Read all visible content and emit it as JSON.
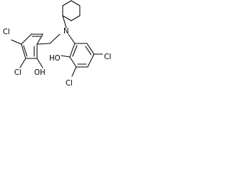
{
  "molecule": {
    "atoms": {
      "nitrogen": "N",
      "chlorine_top_left": "Cl",
      "chlorine_bottom_left": "Cl",
      "hydroxyl_left": "OH",
      "hydroxyl_right": "HO",
      "chlorine_right": "Cl",
      "chlorine_bottom_right": "Cl"
    },
    "colors": {
      "bond": "#000000",
      "label": "#000000",
      "background": "#ffffff"
    }
  }
}
